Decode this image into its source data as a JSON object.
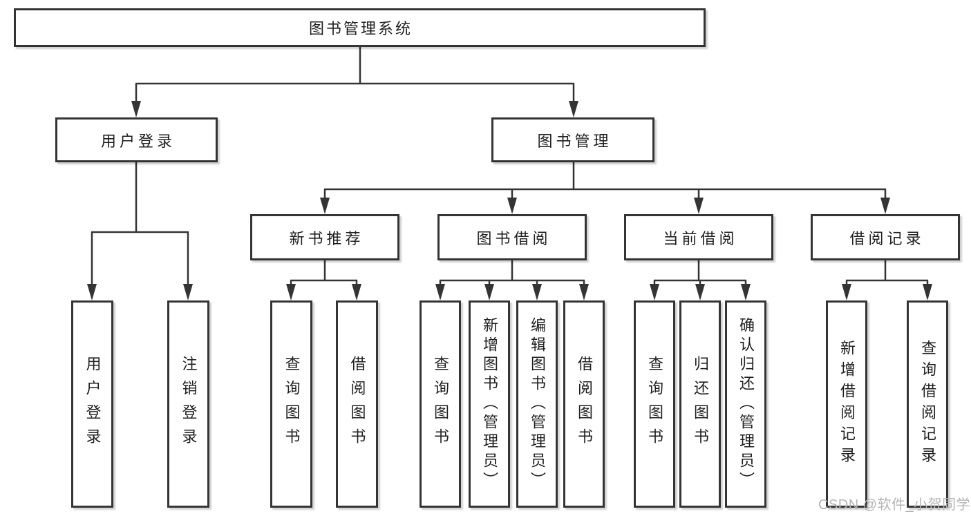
{
  "title": {
    "label": "图书管理系统"
  },
  "branches": {
    "user": {
      "label": "用户登录",
      "children": [
        {
          "label": "用户登录"
        },
        {
          "label": "注销登录"
        }
      ]
    },
    "book": {
      "label": "图书管理",
      "groups": [
        {
          "label": "新书推荐",
          "children": [
            {
              "label": "查询图书"
            },
            {
              "label": "借阅图书"
            }
          ]
        },
        {
          "label": "图书借阅",
          "children": [
            {
              "label": "查询图书"
            },
            {
              "label": "新增图书（管理员）"
            },
            {
              "label": "编辑图书（管理员）"
            },
            {
              "label": "借阅图书"
            }
          ]
        },
        {
          "label": "当前借阅",
          "children": [
            {
              "label": "查询图书"
            },
            {
              "label": "归还图书"
            },
            {
              "label": "确认归还（管理员）"
            }
          ]
        },
        {
          "label": "借阅记录",
          "children": [
            {
              "label": "新增借阅记录"
            },
            {
              "label": "查询借阅记录"
            }
          ]
        }
      ]
    }
  },
  "watermark": {
    "text": "CSDN @软件_小贺同学"
  },
  "colors": {
    "line": "#343434",
    "border": "#343434",
    "text": "#1f1f1f",
    "watermark": "#b5b5b5",
    "background": "#ffffff"
  }
}
